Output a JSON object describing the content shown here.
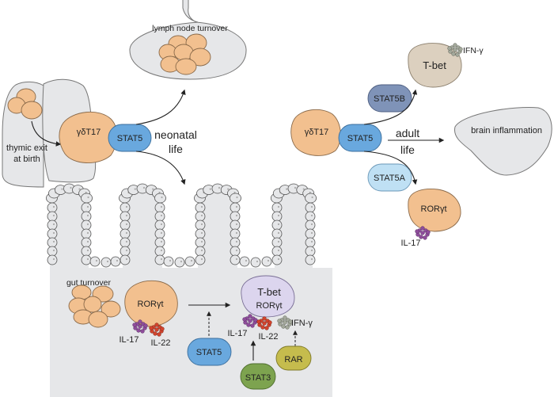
{
  "colors": {
    "organ_fill": "#e6e7e9",
    "cell_orange": "#f2c08f",
    "stat5": "#69a8de",
    "stat5b": "#7f93b8",
    "stat5a": "#bfe0f4",
    "stat3": "#7da34f",
    "rar": "#c5bc4d",
    "tbet_cell": "#dcd0bf",
    "tbet_rorgt_cell": "#dcd5ee",
    "il17": "#8e4d9b",
    "il22": "#d2432d",
    "ifng": "#a3a89b"
  },
  "left": {
    "lymph_node_label": "lymph node turnover",
    "thymus_label_line1": "thymic exit",
    "thymus_label_line2": "at birth",
    "cell_label": "γδT17",
    "stat5_label": "STAT5",
    "phase_line1": "neonatal",
    "phase_line2": "life"
  },
  "gut": {
    "turnover_label": "gut turnover",
    "rorgt_label": "RORγt",
    "il17_label": "IL-17",
    "il22_label": "IL-22",
    "stat5_label": "STAT5",
    "tbet_label": "T-bet",
    "rorgt2_label": "RORγt",
    "il17_label2": "IL-17",
    "il22_label2": "IL-22",
    "ifng_label": "IFN-γ",
    "stat3_label": "STAT3",
    "rar_label": "RAR"
  },
  "right": {
    "cell_label": "γδT17",
    "stat5_label": "STAT5",
    "stat5b_label": "STAT5B",
    "stat5a_label": "STAT5A",
    "tbet_label": "T-bet",
    "ifng_label": "IFN-γ",
    "phase_line1": "adult",
    "phase_line2": "life",
    "brain_label": "brain inflammation",
    "rorgt_label": "RORγt",
    "il17_label": "IL-17"
  }
}
